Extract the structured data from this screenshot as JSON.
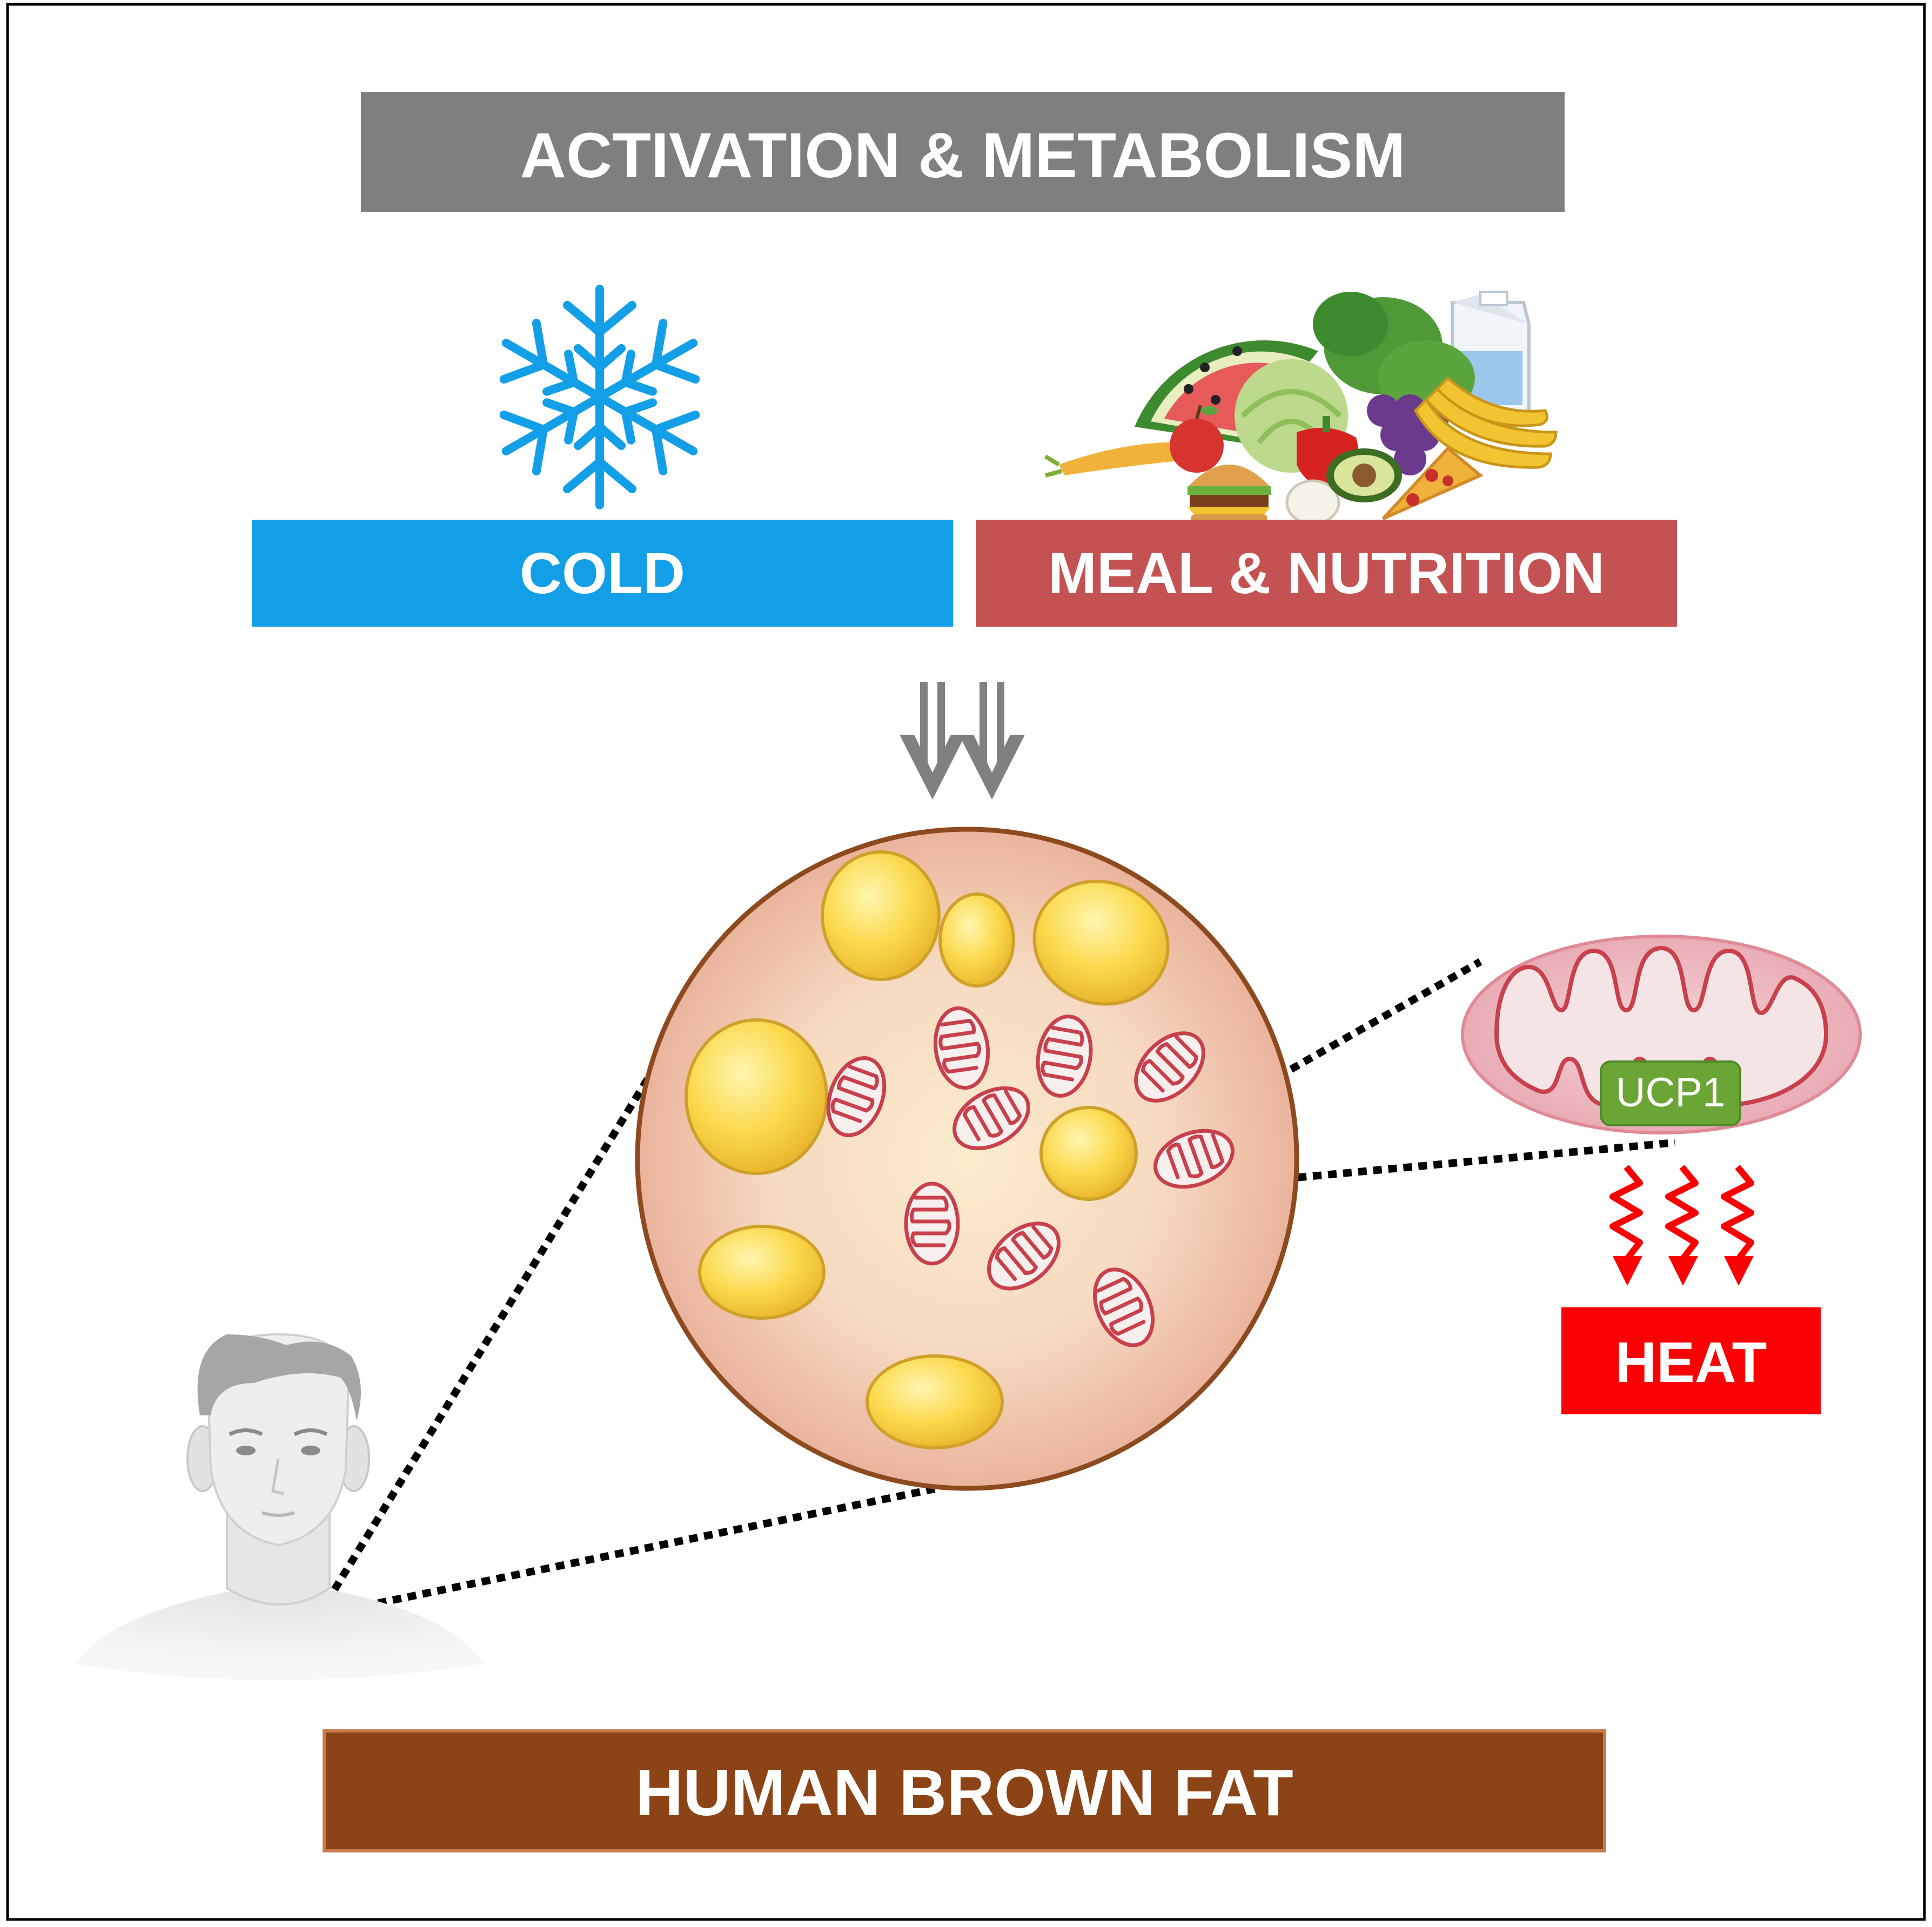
{
  "header": {
    "title": "ACTIVATION & METABOLISM"
  },
  "inputs": {
    "cold": {
      "label": "COLD",
      "icon": "snowflake-icon"
    },
    "meal": {
      "label": "MEAL & NUTRITION",
      "icon": "food-icon"
    }
  },
  "mitochondrion": {
    "protein_label": "UCP1",
    "output_label": "HEAT"
  },
  "footer": {
    "title": "HUMAN BROWN FAT"
  },
  "colors": {
    "header_bg": "#7f7f7f",
    "cold_bg": "#139fe8",
    "meal_bg": "#c55253",
    "heat_bg": "#fa0204",
    "footer_bg": "#8c4416",
    "ucp1_bg": "#6ba536",
    "cell_border": "#8e4a1f",
    "mito_stroke": "#c8404c"
  }
}
